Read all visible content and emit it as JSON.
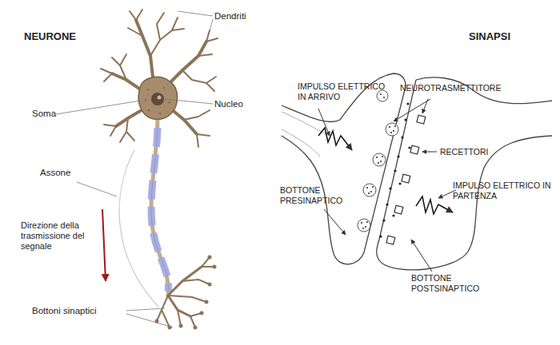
{
  "diagram": {
    "labels": [
      "NEURONE",
      "Dendriti",
      "Soma",
      "Nucleo",
      "Assone",
      "Direzione della trasmissione del segnale",
      "Bottoni sinaptici",
      "SINAPSI",
      "IMPULSO ELETTRICO IN ARRIVO",
      "NEUROTRASMETTITORE",
      "RECETTORI",
      "BOTTONE PRESINAPTICO",
      "IMPULSO ELETTRICO IN PARTENZA",
      "BOTTONE POSTSINAPTICO"
    ]
  }
}
